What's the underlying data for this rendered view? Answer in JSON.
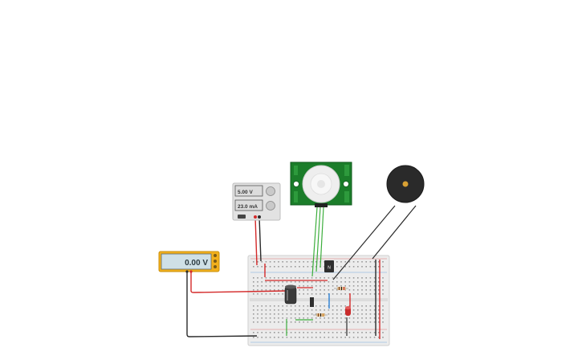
{
  "multimeter": {
    "reading": "0.00 V"
  },
  "power_supply": {
    "voltage": "5.00 V",
    "current": "23.0 mA"
  },
  "pir_sensor": {
    "indicator_label": "N"
  },
  "colors": {
    "wire_red": "#d42a2a",
    "wire_black": "#2b2b2b",
    "wire_green": "#3cae3c",
    "wire_blue": "#2a7fd4",
    "pir_board": "#1b7d2a",
    "meter_frame": "#f2b01c",
    "meter_lcd": "#cfe0e6",
    "supply_body": "#e2e2e2",
    "breadboard": "#ececec",
    "buzzer": "#2a2a2a",
    "buzzer_dot": "#d8a033"
  },
  "icons": [
    "multimeter-icon",
    "power-supply-icon",
    "pir-sensor-icon",
    "buzzer-icon",
    "breadboard-icon",
    "capacitor-icon",
    "resistor-icon",
    "led-icon",
    "transistor-icon"
  ]
}
